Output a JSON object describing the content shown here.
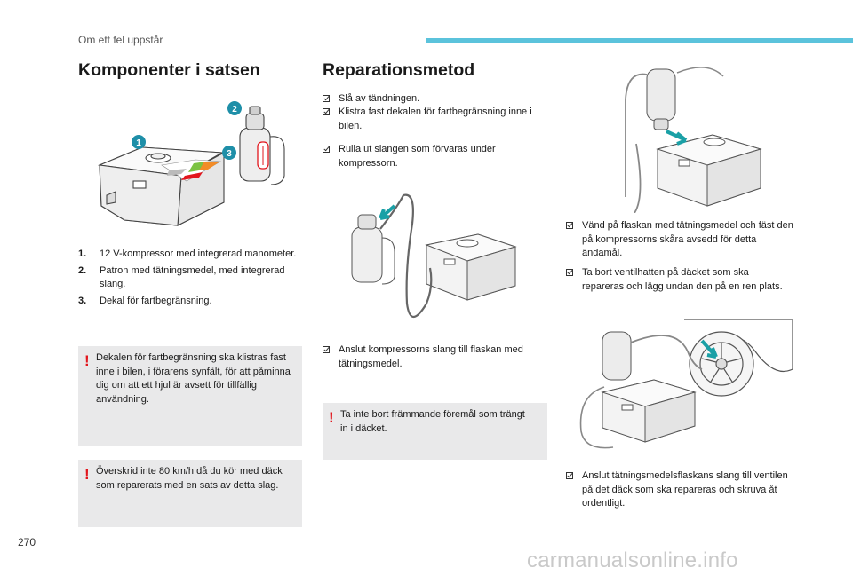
{
  "header": {
    "section": "Om ett fel uppstår"
  },
  "left": {
    "heading": "Komponenter i satsen",
    "callouts": [
      "1",
      "2",
      "3"
    ],
    "items": [
      {
        "num": "1.",
        "text": "12 V-kompressor med integrerad manometer."
      },
      {
        "num": "2.",
        "text": "Patron med tätningsmedel, med integrerad slang."
      },
      {
        "num": "3.",
        "text": "Dekal för fartbegränsning."
      }
    ],
    "notice1": "Dekalen för fartbegränsning ska klistras fast inne i bilen, i förarens synfält, för att påminna dig om att ett hjul är avsett för tillfällig användning.",
    "notice2": "Överskrid inte 80 km/h då du kör med däck som reparerats med en sats av detta slag.",
    "notice_symbol": "!"
  },
  "middle": {
    "heading": "Reparationsmetod",
    "steps": [
      "Slå av tändningen.",
      "Klistra fast dekalen för fartbegränsning inne i bilen.",
      "Rulla ut slangen som förvaras under kompressorn.",
      "Anslut kompressorns slang till flaskan med tätningsmedel."
    ],
    "notice": "Ta inte bort främmande föremål som trängt in i däcket."
  },
  "right": {
    "steps": [
      "Vänd på flaskan med tätningsmedel och fäst den på kompressorns skåra avsedd för detta ändamål.",
      "Ta bort ventilhatten på däcket som ska repareras och lägg undan den på en ren plats.",
      "Anslut tätningsmedelsflaskans slang till ventilen på det däck som ska repareras och skruva åt ordentligt."
    ]
  },
  "footer": {
    "page_number": "270",
    "watermark": "carmanualsonline.info"
  },
  "colors": {
    "accent": "#5bc3dc",
    "warning": "#e2161d",
    "callout": "#1e8fa8",
    "notice_bg": "#e9e9ea",
    "arrow": "#1aa0a6"
  }
}
